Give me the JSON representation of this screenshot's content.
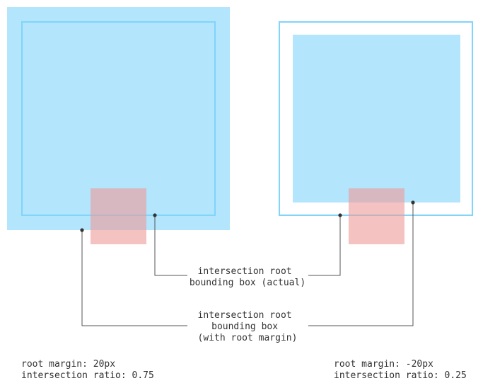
{
  "colors": {
    "root_fill": "#b3e5fc",
    "root_outline": "#81d4fa",
    "target_fill": "#ef9a9a",
    "leader_line": "#555555",
    "text": "#333333"
  },
  "labels": {
    "actual": [
      "intersection root",
      "bounding box (actual)"
    ],
    "with_margin": [
      "intersection root",
      "bounding box",
      "(with root margin)"
    ]
  },
  "left_example": {
    "root_margin_label": "root margin: 20px",
    "ratio_label": "intersection ratio: 0.75",
    "root_margin": 20,
    "intersection_ratio": 0.75
  },
  "right_example": {
    "root_margin_label": "root margin: -20px",
    "ratio_label": "intersection ratio: 0.25",
    "root_margin": -20,
    "intersection_ratio": 0.25
  }
}
